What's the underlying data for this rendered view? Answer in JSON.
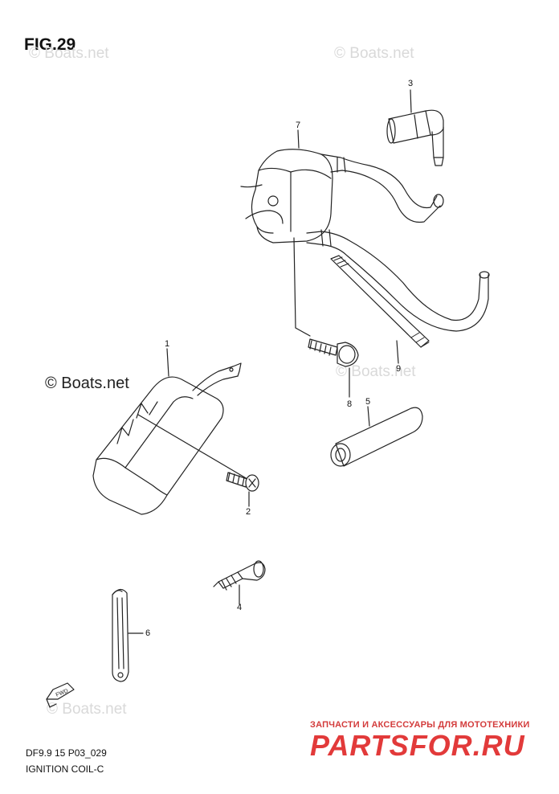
{
  "figure": {
    "title": "FIG.29",
    "code": "DF9.9 15 P03_029",
    "caption": "IGNITION COIL-C"
  },
  "watermarks": {
    "light": [
      "© Boats.net",
      "© Boats.net",
      "© Boats.net",
      "© Boats.net"
    ],
    "dark": "© Boats.net"
  },
  "callouts": [
    "1",
    "2",
    "3",
    "4",
    "5",
    "6",
    "7",
    "8",
    "9"
  ],
  "fwd_label": "FWD",
  "brand": {
    "tagline": "ЗАПЧАСТИ И АКСЕССУАРЫ ДЛЯ МОТОТЕХНИКИ",
    "logo": "PARTSFOR.RU",
    "color": "#e23a3a"
  }
}
